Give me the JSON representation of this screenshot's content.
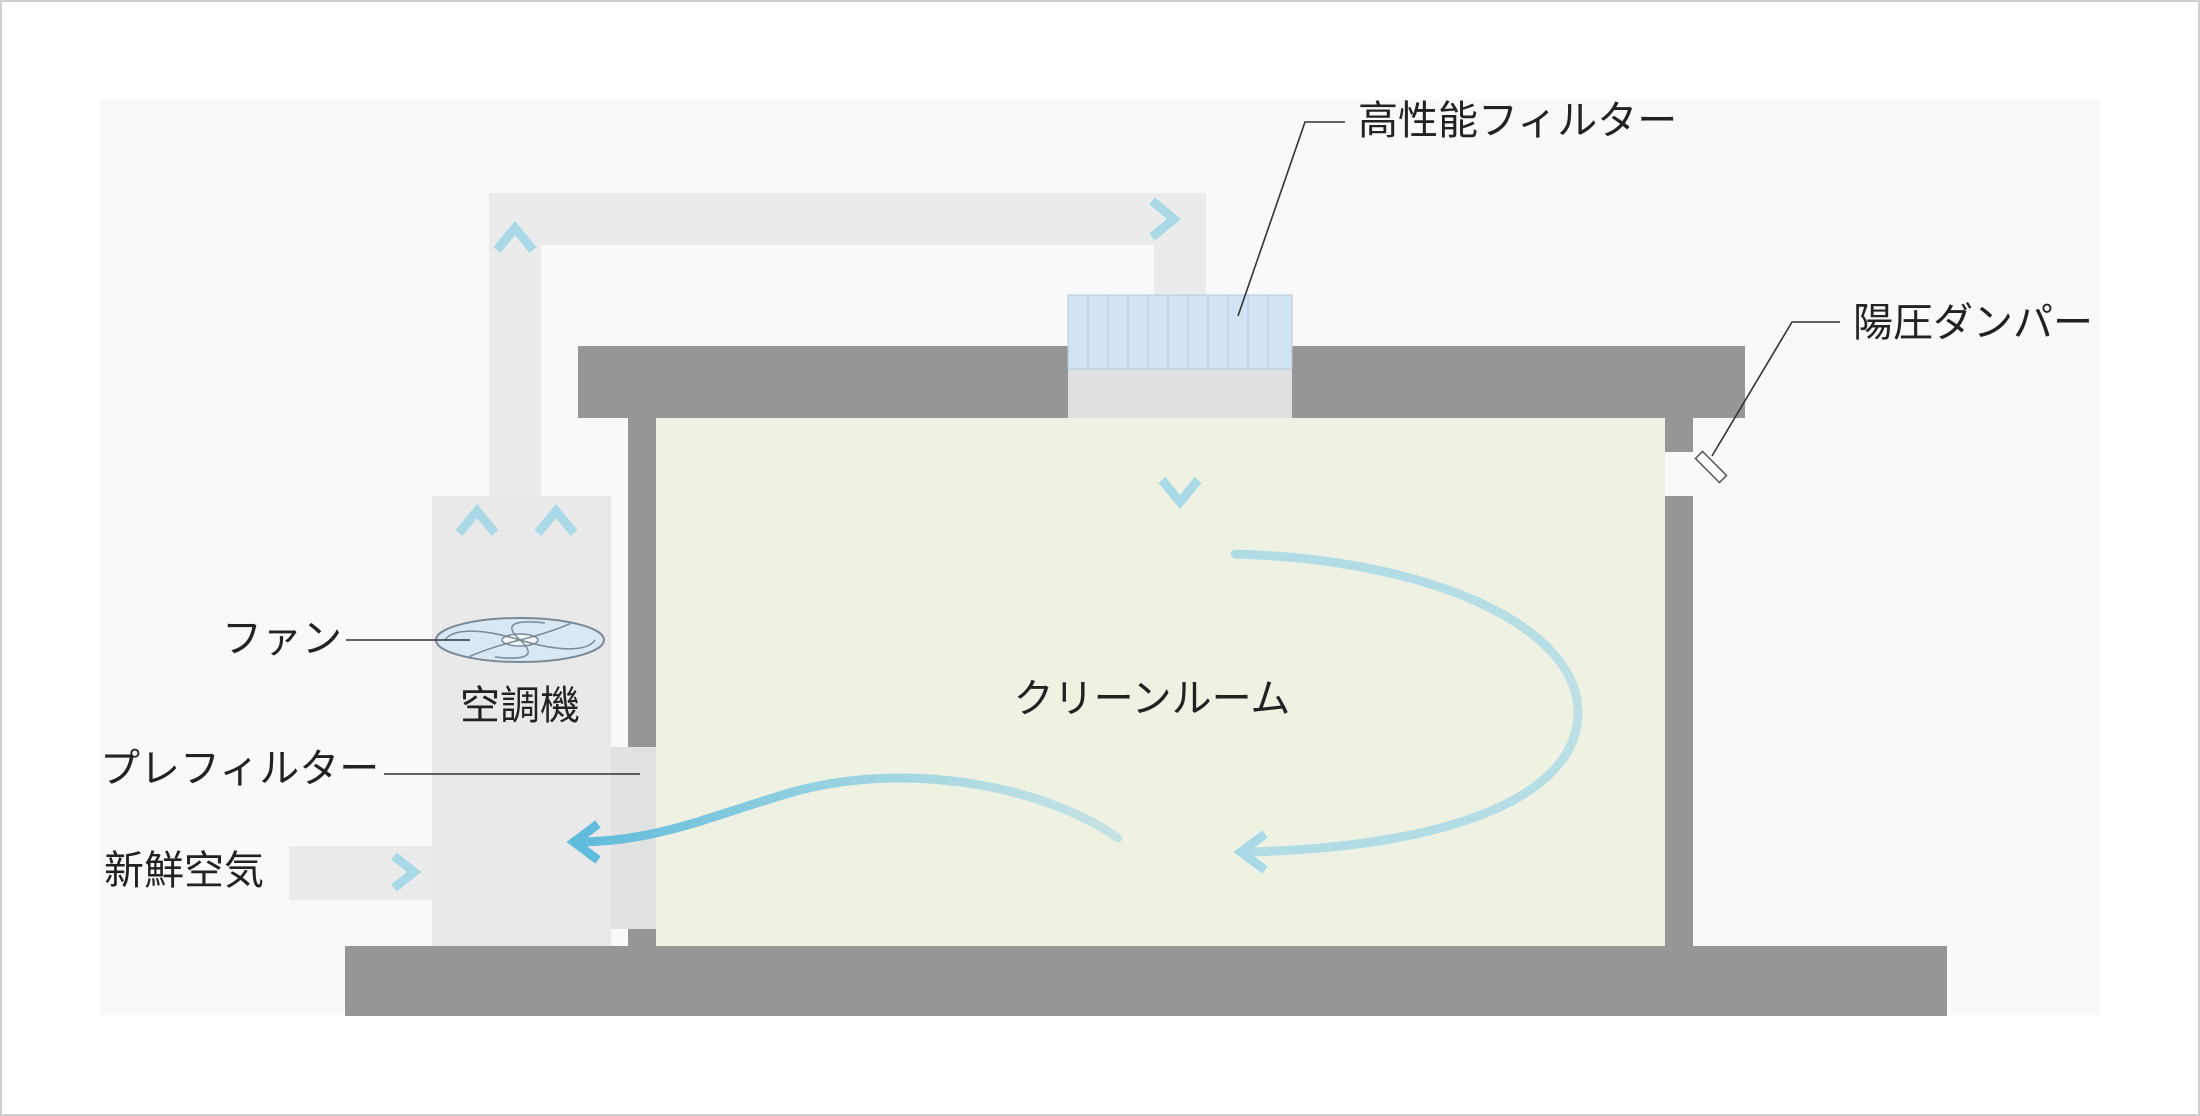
{
  "labels": {
    "hepa_filter": "高性能フィルター",
    "damper": "陽圧ダンパー",
    "fan": "ファン",
    "air_handler": "空調機",
    "pre_filter": "プレフィルター",
    "fresh_air": "新鮮空気",
    "clean_room": "クリーンルーム"
  },
  "colors": {
    "building": "#969696",
    "room_fill": "#eff2e2",
    "panel": "#f9f9f9",
    "duct": "#ebebeb",
    "air_handler": "#e9e9e9",
    "filter_blue": "#d2e3f5",
    "airflow": "#a9d9e6",
    "airflow_strong": "#5fbcdc"
  },
  "icons": {
    "fan": "fan-icon",
    "damper": "damper-icon"
  }
}
